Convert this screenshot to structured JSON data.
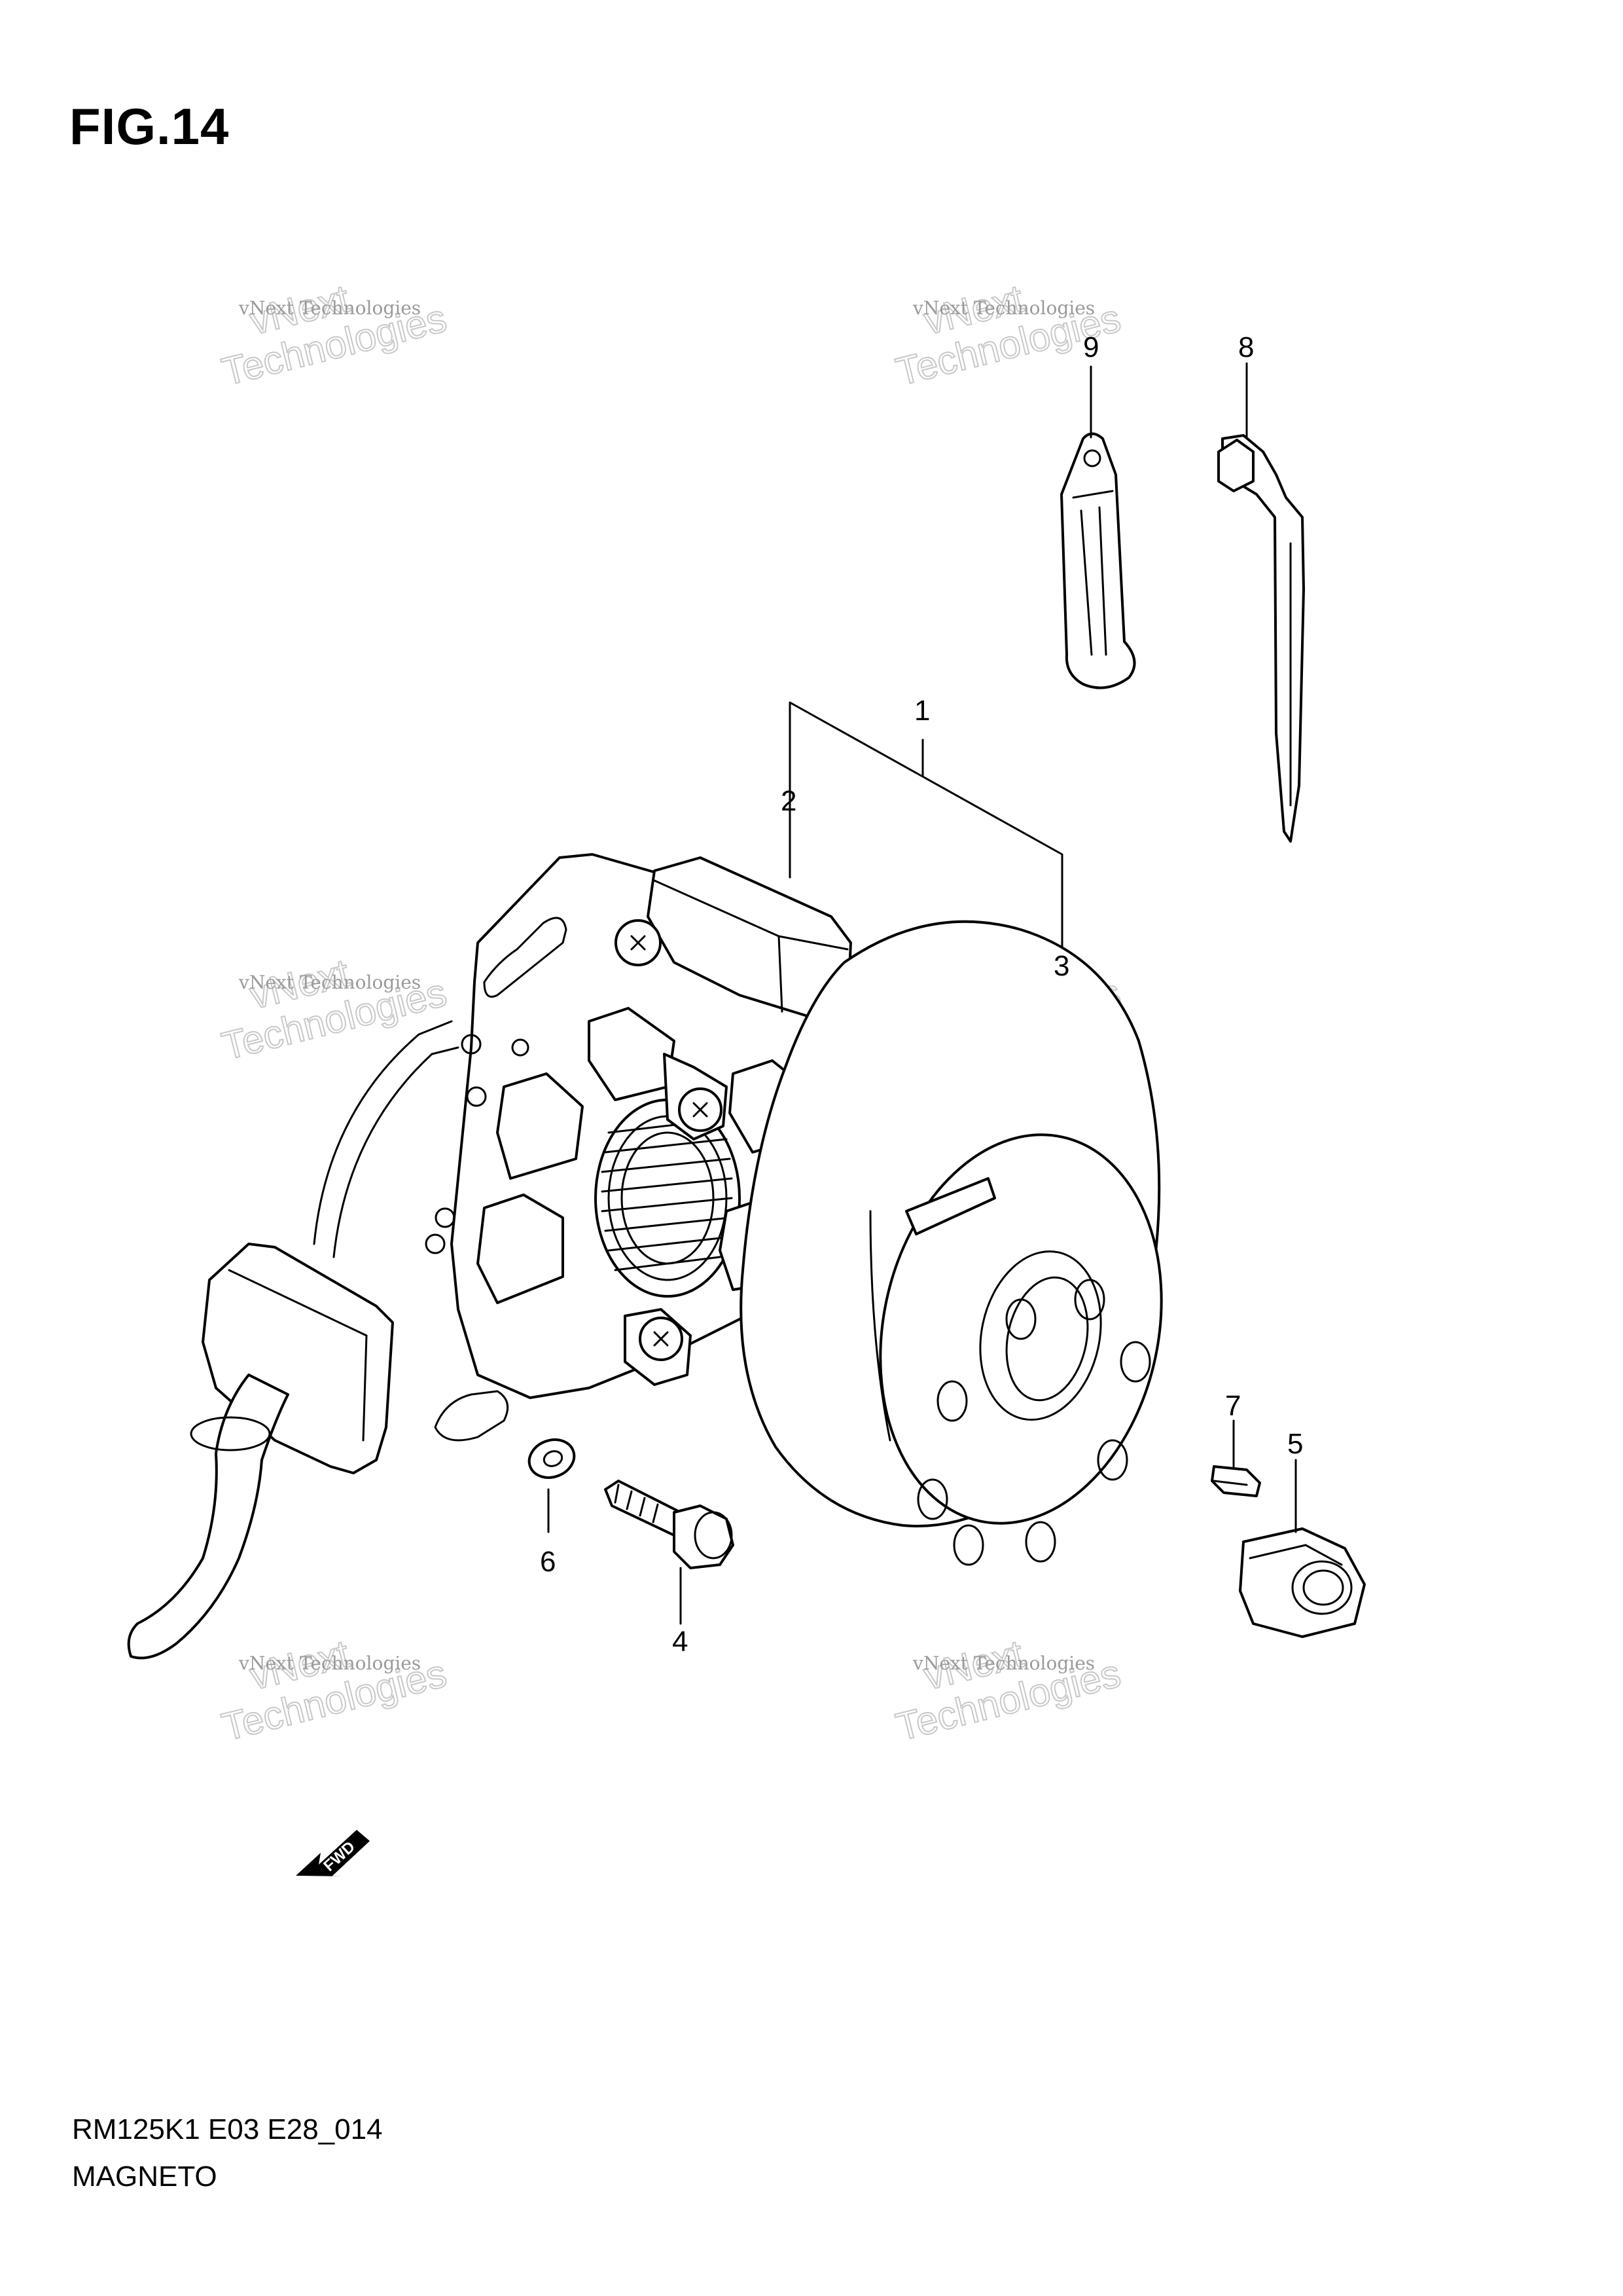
{
  "figure": {
    "title": "FIG.14",
    "code": "RM125K1 E03 E28_014",
    "name": "MAGNETO"
  },
  "callouts": [
    "1",
    "2",
    "3",
    "4",
    "5",
    "6",
    "7",
    "8",
    "9"
  ],
  "watermark": {
    "line1": "vNext Technologies",
    "line2": "vNext",
    "line3": "Technologies"
  },
  "fwd_label": "FWD"
}
